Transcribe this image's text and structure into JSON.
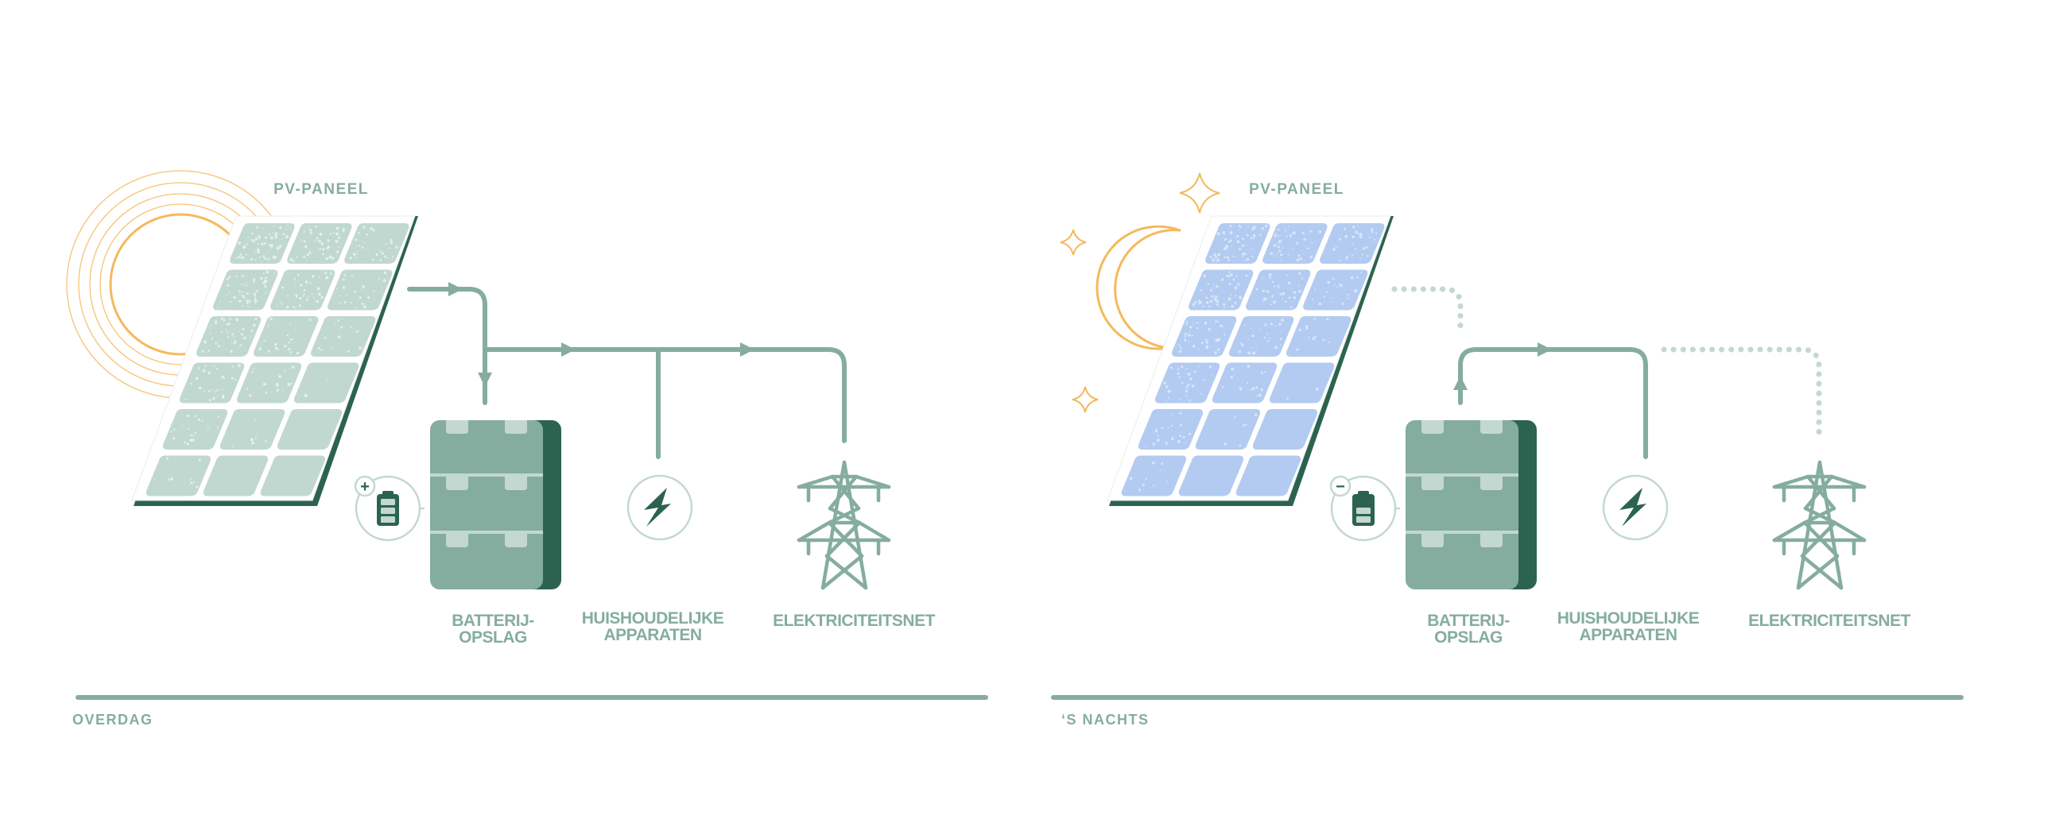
{
  "colors": {
    "accent": "#85ad9f",
    "dark_green": "#2c6350",
    "light_green": "#c3d8d2",
    "sun_orange": "#f5b95c",
    "day_cell": "#c1d8d0",
    "day_speckle": "#e3efea",
    "night_cell": "#b3cbf1",
    "night_speckle": "#d8e4f9",
    "dotted": "#c3d8d2"
  },
  "panels": [
    {
      "id": "day",
      "section_label": "OVERDAG",
      "pv_label": "PV-PANEEL",
      "sky": "sun",
      "battery_state": "charging",
      "battery_badge": "+",
      "battery_bars": 3,
      "battery_label": [
        "BATTERIJ-",
        "OPSLAG"
      ],
      "appliances_label": [
        "HUISHOUDELIJKE",
        "APPARATEN"
      ],
      "grid_label": [
        "ELEKTRICITEITSNET"
      ],
      "flows": {
        "pv_to_bus": "active",
        "bus_to_battery": "active",
        "battery_to_bus": "none",
        "bus_to_appliances": "active",
        "bus_to_grid": "active"
      }
    },
    {
      "id": "night",
      "section_label": "‘S NACHTS",
      "pv_label": "PV-PANEEL",
      "sky": "moon",
      "battery_state": "discharging",
      "battery_badge": "−",
      "battery_bars": 2,
      "battery_label": [
        "BATTERIJ-",
        "OPSLAG"
      ],
      "appliances_label": [
        "HUISHOUDELIJKE",
        "APPARATEN"
      ],
      "grid_label": [
        "ELEKTRICITEITSNET"
      ],
      "flows": {
        "pv_to_bus": "inactive",
        "bus_to_battery": "none",
        "battery_to_bus": "active",
        "bus_to_appliances": "active",
        "bus_to_grid": "inactive"
      }
    }
  ]
}
